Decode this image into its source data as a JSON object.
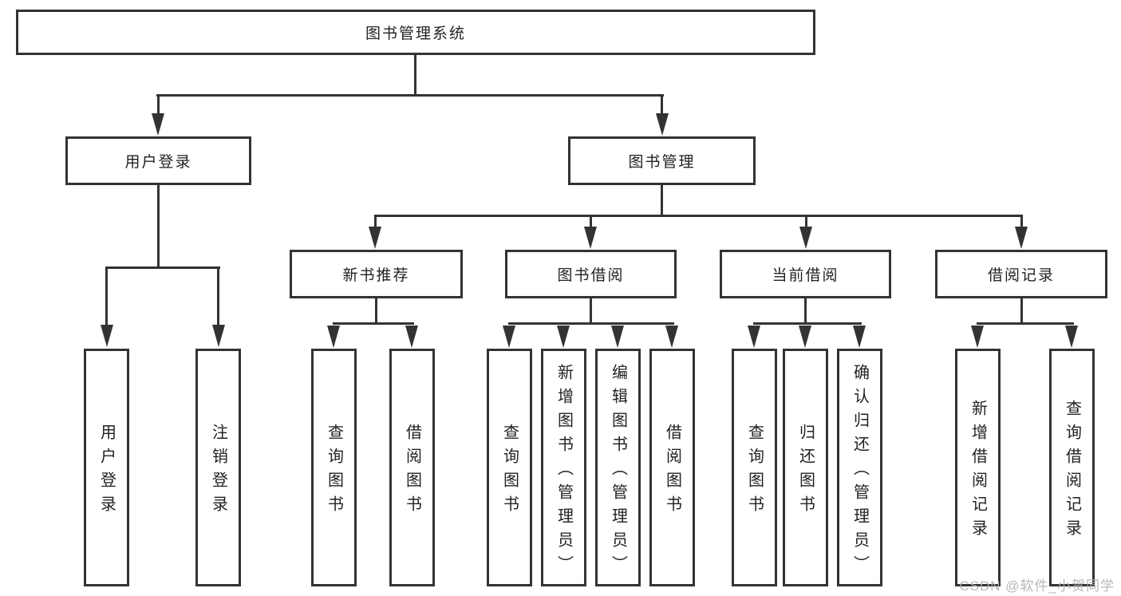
{
  "diagram": {
    "title": "图书管理系统",
    "level2": [
      {
        "label": "用户登录"
      },
      {
        "label": "图书管理"
      }
    ],
    "level3": [
      {
        "label": "新书推荐"
      },
      {
        "label": "图书借阅"
      },
      {
        "label": "当前借阅"
      },
      {
        "label": "借阅记录"
      }
    ],
    "level4_groups": [
      {
        "children": [
          {
            "label": "用户登录"
          },
          {
            "label": "注销登录"
          }
        ]
      },
      {
        "children": [
          {
            "label": "查询图书"
          },
          {
            "label": "借阅图书"
          }
        ]
      },
      {
        "children": [
          {
            "label": "查询图书"
          },
          {
            "label": "新增图书（管理员）"
          },
          {
            "label": "编辑图书（管理员）"
          },
          {
            "label": "借阅图书"
          }
        ]
      },
      {
        "children": [
          {
            "label": "查询图书"
          },
          {
            "label": "归还图书"
          },
          {
            "label": "确认归还（管理员）"
          }
        ]
      },
      {
        "children": [
          {
            "label": "新增借阅记录"
          },
          {
            "label": "查询借阅记录"
          }
        ]
      }
    ],
    "watermark": "CSDN @软件_小贺同学",
    "colors": {
      "line": "#333333",
      "box_border": "#333333",
      "box_background": "#ffffff",
      "text": "#222222",
      "watermark": "#afafaf"
    }
  }
}
